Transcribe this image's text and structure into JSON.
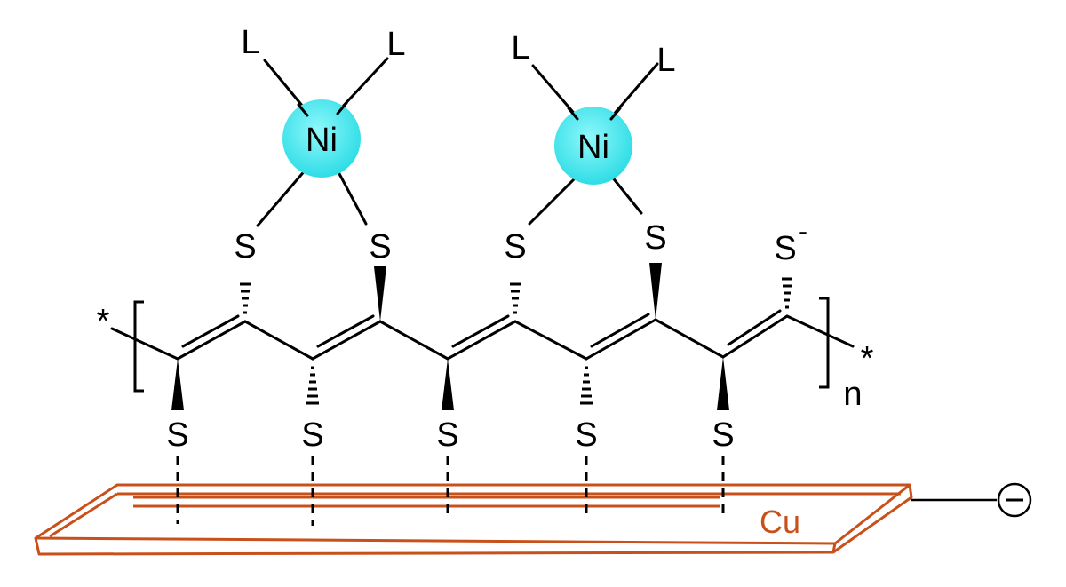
{
  "labels": {
    "ligand": "L",
    "nickel": "Ni",
    "sulfur": "S",
    "sulfur_anion": "S",
    "anion_charge": "-",
    "end_group": "*",
    "repeat": "n",
    "copper": "Cu",
    "electrode_charge": "−"
  },
  "colors": {
    "bond": "#000000",
    "copper": "#c8501a",
    "nickel": "#3ee8ee"
  }
}
